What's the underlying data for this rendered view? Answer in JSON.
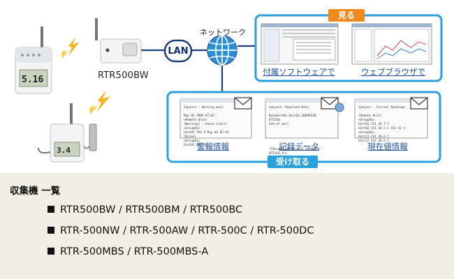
{
  "diagram": {
    "device_label": "RTR500BW",
    "lan_label": "LAN",
    "network_label": "ネットワーク",
    "view_header": "見る",
    "receive_header": "受け取る",
    "view_captions": [
      "付属ソフトウェアで",
      "ウェブブラウザで"
    ],
    "receive_captions": [
      "警報情報",
      "記録データ",
      "現在値情報"
    ],
    "accent_colors": {
      "outline": "#2aa1dd",
      "view_header": "#f08a1e",
      "receive_header": "#2aa1dd",
      "lan": "#1c3f7a"
    }
  },
  "devices": {
    "logger_top_display": "5.16",
    "logger_bottom_display": "3.4"
  },
  "mail_samples": {
    "alarm": "Subject : Warning mail\n\nMay 03 2009 07:02\n<Remote Unit>\n[Warning] : Value Limit]\n<Group01>\nUnit01 TD2 P  May 03 05:42\n[Unien]\n<Group01>\nUnit01 Ext LC",
    "record": "Subject: Download Data\n\nBaseUnit01_Unit03_20090320-072310.\nEnd of mail\n\n\n\n\n\n?[BaseUnit01_Unit03_20090320-072310.trx",
    "current": "Subject : Current Readings\n\n[Remote Unit]\n<Group01>\nUnit01 Ch1 26.7 C\nUnit02 Ch1 26.5 C   Ch2 32 %\n<Group02>\nUnit11 Ch1 26.6 C\nUnit12 Ch1 26.5 C"
  },
  "model_list": {
    "title": "収集機 一覧",
    "rows": [
      "RTR500BW / RTR500BM / RTR500BC",
      "RTR-500NW / RTR-500AW / RTR-500C / RTR-500DC",
      "RTR-500MBS / RTR-500MBS-A"
    ]
  }
}
